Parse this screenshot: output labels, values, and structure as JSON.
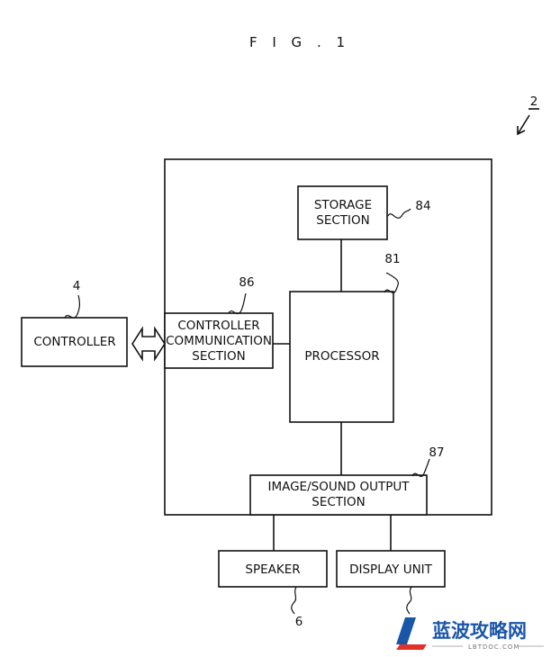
{
  "figure_title": "F I G .  1",
  "ref_device": "2",
  "blocks": {
    "storage": {
      "line1": "STORAGE",
      "line2": "SECTION",
      "ref": "84"
    },
    "processor": {
      "label": "PROCESSOR",
      "ref": "81"
    },
    "controller_comm": {
      "line1": "CONTROLLER",
      "line2": "COMMUNICATION",
      "line3": "SECTION",
      "ref": "86"
    },
    "controller": {
      "label": "CONTROLLER",
      "ref": "4"
    },
    "image_sound": {
      "line1": "IMAGE/SOUND OUTPUT",
      "line2": "SECTION",
      "ref": "87"
    },
    "speaker": {
      "label": "SPEAKER",
      "ref": "6"
    },
    "display_unit": {
      "label": "DISPLAY UNIT"
    }
  },
  "watermark": {
    "cn": "蓝波攻略网",
    "en": "LBTDOC.COM",
    "color": "#1a56a8"
  }
}
